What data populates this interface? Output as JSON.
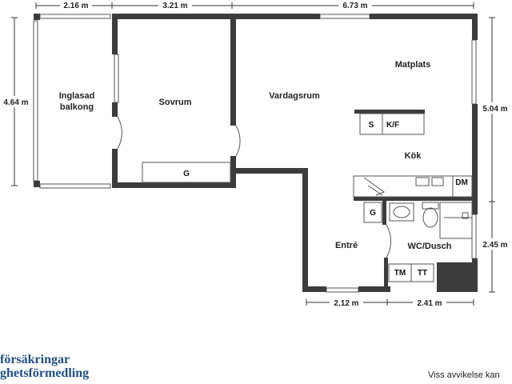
{
  "rooms": {
    "balcony_line1": "Inglasad",
    "balcony_line2": "balkong",
    "bedroom": "Sovrum",
    "living": "Vardagsrum",
    "dining": "Matplats",
    "kitchen": "Kök",
    "entry": "Entré",
    "bath": "WC/Dusch"
  },
  "fixtures": {
    "g_bedroom": "G",
    "s": "S",
    "kf": "K/F",
    "dm": "DM",
    "g_hall": "G",
    "tm": "TM",
    "tt": "TT"
  },
  "dimensions": {
    "top_left": "2.16 m",
    "top_mid": "3.21 m",
    "top_right": "6.73 m",
    "left_height": "4.64 m",
    "right_upper": "5.04 m",
    "right_lower": "2.45 m",
    "bottom_left": "2.12 m",
    "bottom_right": "2.41 m"
  },
  "branding": {
    "line1": "försäkringar",
    "line2": "ghetsförmedling"
  },
  "disclaimer": "Viss avvikelse kan",
  "colors": {
    "wall": "#3c3c3c",
    "brand": "#1f4e8a"
  }
}
